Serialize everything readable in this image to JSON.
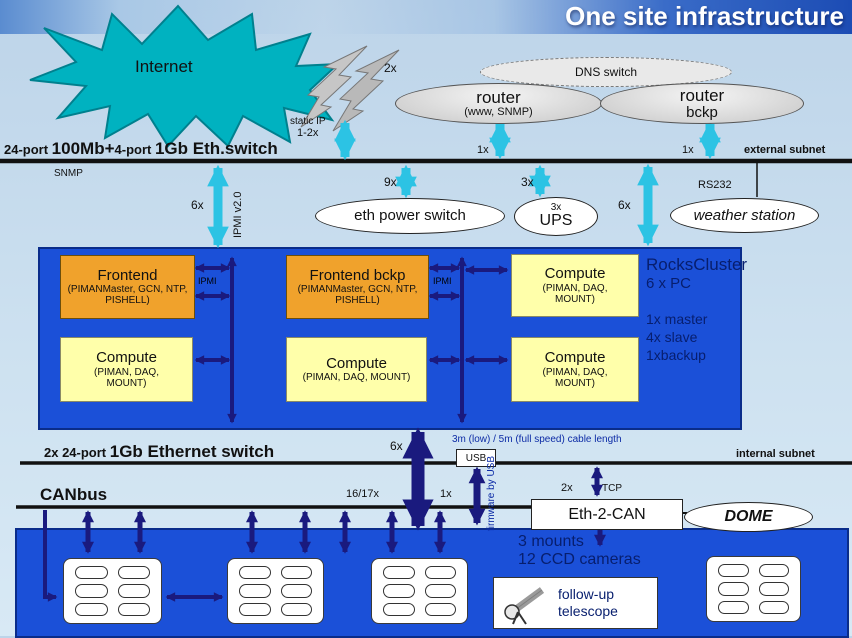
{
  "title": "One site infrastructure",
  "colors": {
    "cluster_blue": "#1b50d8",
    "cyan_arrow": "#2cc3e4",
    "navy_arrow": "#1a1a7e",
    "frontend_orange": "#f0a22c",
    "compute_yellow": "#ffffaa",
    "internet_teal": "#00b2c0"
  },
  "internet": {
    "label": "Internet",
    "bolt_count": "2x"
  },
  "dns": {
    "label": "DNS switch"
  },
  "router_main": {
    "name": "router",
    "sub": "(www, SNMP)"
  },
  "router_bckp": {
    "name": "router",
    "sub": "bckp"
  },
  "external_switch": {
    "part1": "24-port ",
    "part2": "100Mb+",
    "part3": "4-port ",
    "part4": "1Gb Eth.switch",
    "subnet": "external subnet",
    "snmp": "SNMP"
  },
  "links": {
    "static_ip": "static IP",
    "static_ip_count": "1-2x",
    "ipmi_6x": "6x",
    "ipmi_label": "IPMI v2.0",
    "power_9x": "9x",
    "ups_3x": "3x",
    "right_6x": "6x",
    "router_1x": "1x",
    "bckp_1x": "1x",
    "rs232": "RS232"
  },
  "power_switch": {
    "label": "eth power switch"
  },
  "ups": {
    "count": "3x",
    "label": "UPS"
  },
  "weather": {
    "label": "weather station"
  },
  "cluster": {
    "frontend": {
      "title": "Frontend",
      "sub": "(PIMANMaster, GCN, NTP, PISHELL)"
    },
    "frontend_bckp": {
      "title": "Frontend bckp",
      "sub": "(PIMANMaster, GCN, NTP, PISHELL)"
    },
    "compute_title": "Compute",
    "compute_sub": "(PIMAN, DAQ, MOUNT)",
    "ipmi": "IPMI",
    "name": "RocksCluster",
    "size": "6 x PC",
    "master": "1x master",
    "slave": "4x slave",
    "backup": "1xbackup"
  },
  "internal_switch": {
    "part1": "2x 24-port ",
    "part2": "1Gb Ethernet switch",
    "subnet": "internal subnet",
    "link_6x": "6x",
    "cable_note": "3m (low) / 5m (full speed) cable length",
    "usb": "USB",
    "firmware": "firmware by USB",
    "count_16x": "16/17x",
    "count_1x": "1x"
  },
  "canbus": {
    "label": "CANbus"
  },
  "eth2can": {
    "label": "Eth-2-CAN",
    "count": "2x",
    "tcp": "TCP"
  },
  "dome": {
    "label": "DOME"
  },
  "bottom": {
    "mounts": "3 mounts",
    "cameras": "12 CCD cameras",
    "followup_line1": "follow-up",
    "followup_line2": "telescope"
  }
}
